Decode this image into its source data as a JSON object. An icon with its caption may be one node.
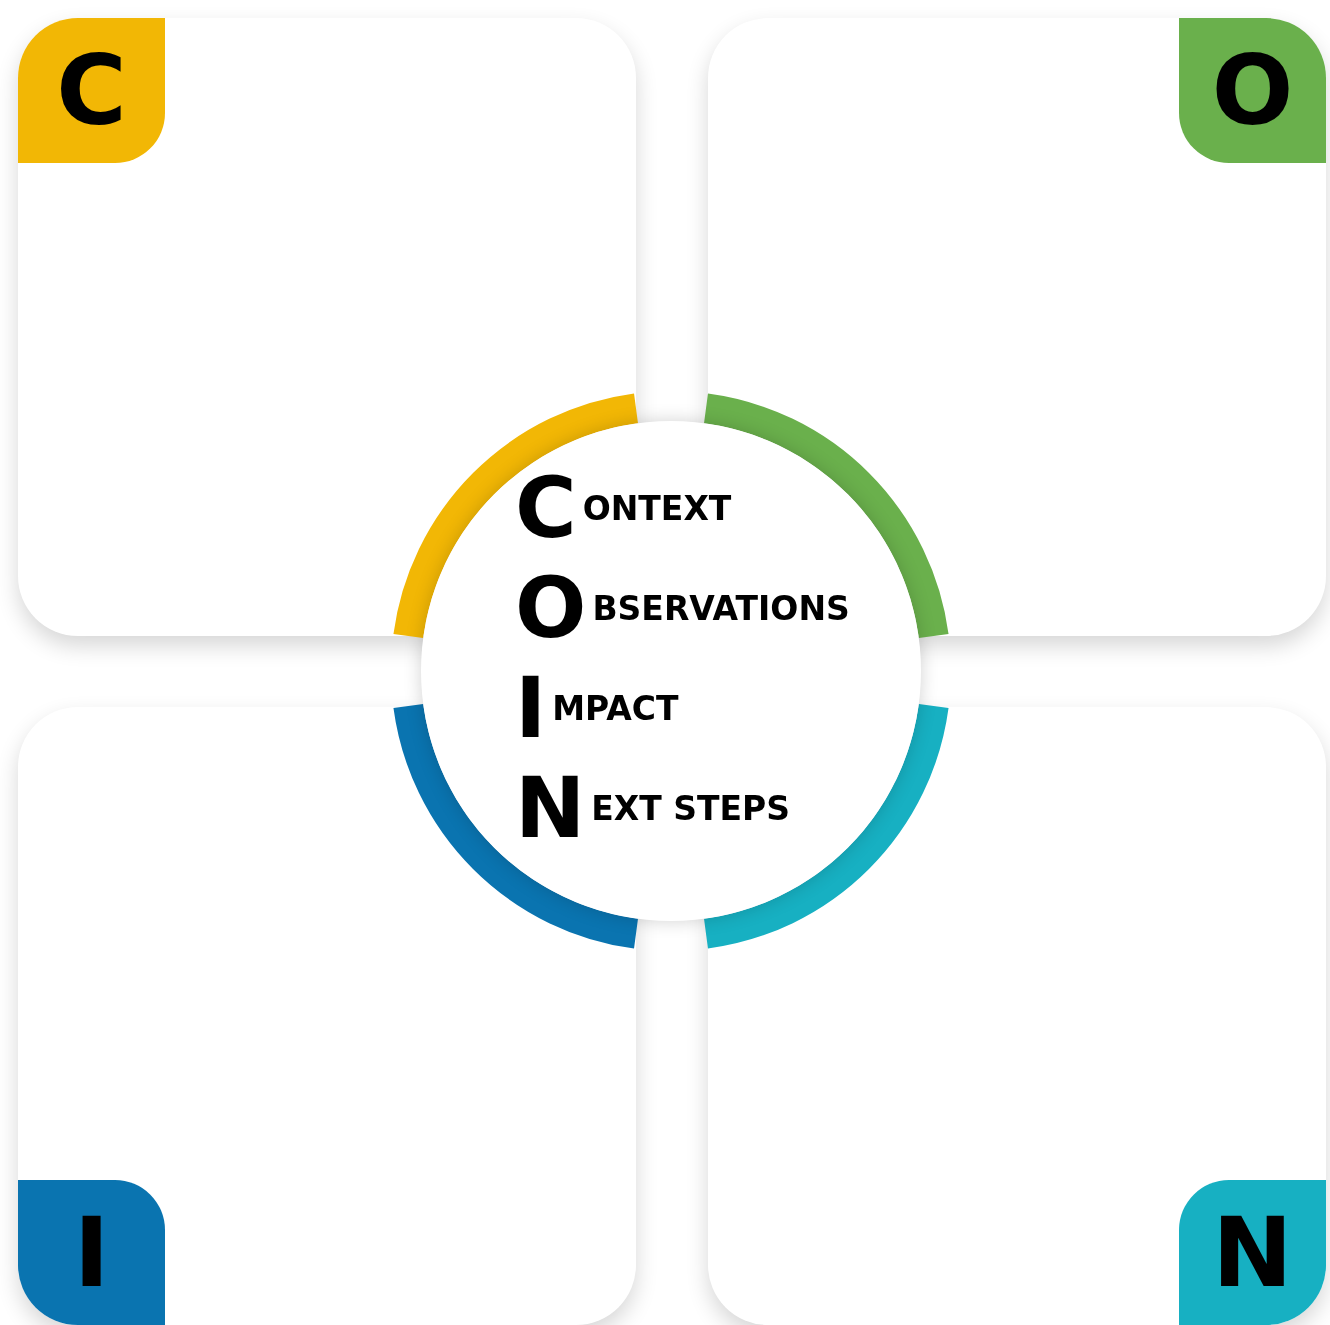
{
  "diagram": {
    "nodes": [
      {
        "text": [
          "C"
        ]
      },
      {
        "text": [
          "O"
        ]
      },
      {
        "text": [
          "CONTEXT",
          "OBSERVATIONS",
          "IMPACT",
          "NEXT STEPS"
        ]
      },
      {
        "text": [
          "I"
        ]
      },
      {
        "text": [
          "N"
        ]
      }
    ]
  }
}
